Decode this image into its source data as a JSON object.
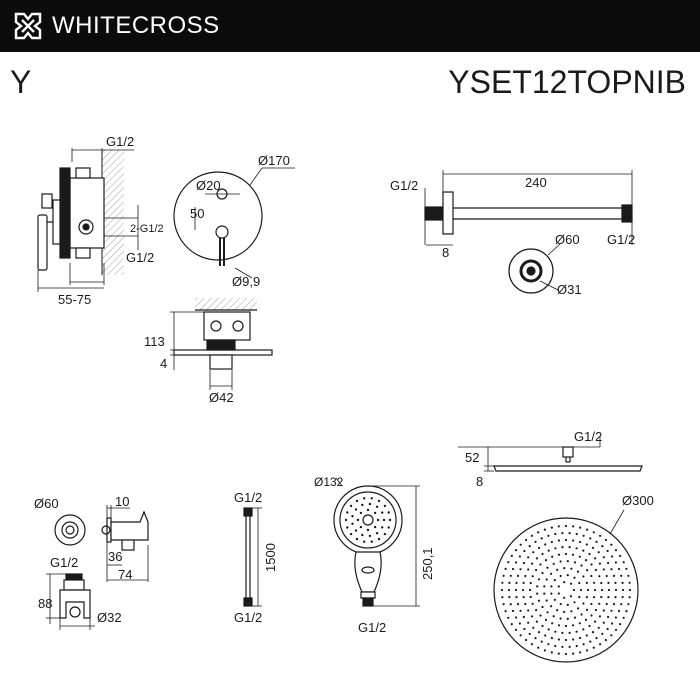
{
  "header": {
    "brand": "WHITECROSS"
  },
  "title": {
    "series": "Y",
    "model": "YSET12TOPNIB"
  },
  "mixer": {
    "thread_top": "G1/2",
    "outlets": "2-G1/2",
    "thread_bottom": "G1/2",
    "depth_range": "55-75",
    "plate_diameter": "Ø170",
    "handle_diameter": "Ø20",
    "handle_offset": "50",
    "lever_diameter": "Ø9,9",
    "body_height": "113",
    "plate_thickness": "4",
    "body_diameter": "Ø42"
  },
  "arm": {
    "thread_in": "G1/2",
    "length": "240",
    "thread_out": "G1/2",
    "flange_thickness": "8",
    "flange_diameter": "Ø60",
    "tube_diameter": "Ø31"
  },
  "outlet_holder": {
    "flange_diameter": "Ø60",
    "offset_small": "10",
    "thread": "G1/2",
    "height_36": "36",
    "projection": "74",
    "total_height": "88",
    "diameter": "Ø32"
  },
  "hose": {
    "thread_top": "G1/2",
    "length": "1500",
    "thread_bottom": "G1/2"
  },
  "hand_shower": {
    "diameter": "Ø132",
    "length": "250,1",
    "thread": "G1/2"
  },
  "rain_shower": {
    "thread": "G1/2",
    "height": "52",
    "thickness": "8",
    "diameter": "Ø300"
  }
}
